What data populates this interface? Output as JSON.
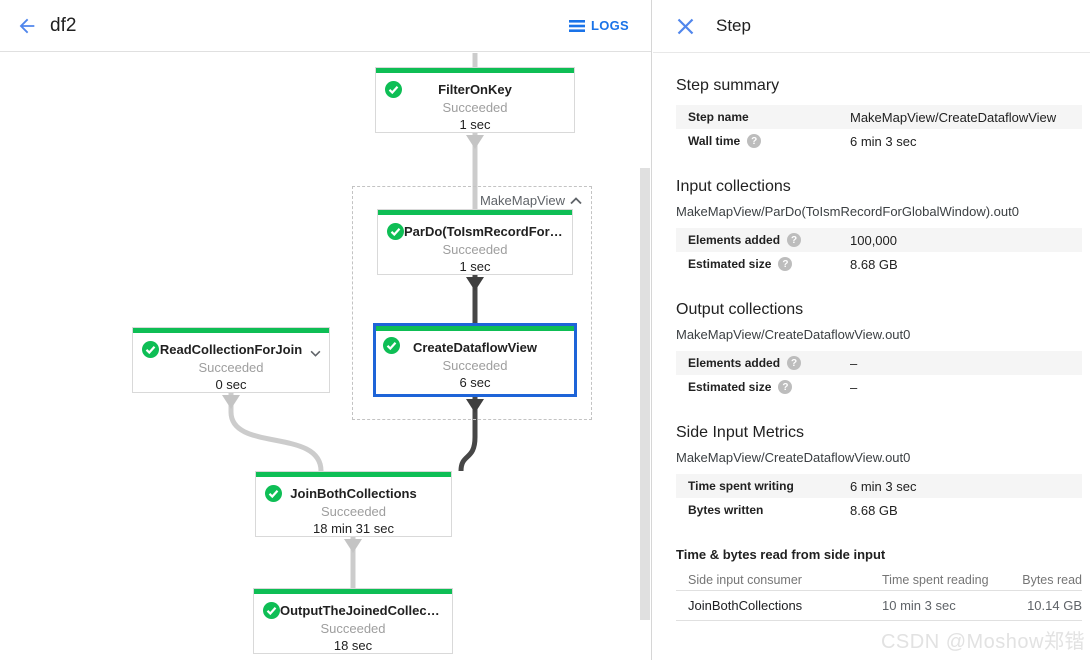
{
  "header": {
    "title": "df2",
    "logs_label": "LOGS"
  },
  "panel": {
    "title": "Step"
  },
  "icons": {
    "help_glyph": "?"
  },
  "graph": {
    "group_label": "MakeMapView",
    "nodes": [
      {
        "title": "FilterOnKey",
        "status": "Succeeded",
        "time": "1 sec"
      },
      {
        "title": "ParDo(ToIsmRecordFor…",
        "status": "Succeeded",
        "time": "1 sec"
      },
      {
        "title": "CreateDataflowView",
        "status": "Succeeded",
        "time": "6 sec"
      },
      {
        "title": "ReadCollectionForJoin",
        "status": "Succeeded",
        "time": "0 sec"
      },
      {
        "title": "JoinBothCollections",
        "status": "Succeeded",
        "time": "18 min 31 sec"
      },
      {
        "title": "OutputTheJoinedCollec…",
        "status": "Succeeded",
        "time": "18 sec"
      }
    ]
  },
  "sections": {
    "step_summary": {
      "heading": "Step summary",
      "rows": [
        {
          "label": "Step name",
          "value": "MakeMapView/CreateDataflowView"
        },
        {
          "label": "Wall time",
          "value": "6 min 3 sec"
        }
      ]
    },
    "input_collections": {
      "heading": "Input collections",
      "collection": "MakeMapView/ParDo(ToIsmRecordForGlobalWindow).out0",
      "rows": [
        {
          "label": "Elements added",
          "value": "100,000"
        },
        {
          "label": "Estimated size",
          "value": "8.68 GB"
        }
      ]
    },
    "output_collections": {
      "heading": "Output collections",
      "collection": "MakeMapView/CreateDataflowView.out0",
      "rows": [
        {
          "label": "Elements added",
          "value": "–"
        },
        {
          "label": "Estimated size",
          "value": "–"
        }
      ]
    },
    "side_input_metrics": {
      "heading": "Side Input Metrics",
      "collection": "MakeMapView/CreateDataflowView.out0",
      "rows": [
        {
          "label": "Time spent writing",
          "value": "6 min 3 sec"
        },
        {
          "label": "Bytes written",
          "value": "8.68 GB"
        }
      ]
    },
    "side_input_table": {
      "heading": "Time & bytes read from side input",
      "columns": [
        "Side input consumer",
        "Time spent reading",
        "Bytes read"
      ],
      "rows": [
        [
          "JoinBothCollections",
          "10 min 3 sec",
          "10.14 GB"
        ]
      ]
    }
  },
  "watermark": "CSDN @Moshow郑锴",
  "colors": {
    "green": "#0ebe55",
    "selection_blue": "#1e64d8",
    "link_blue": "#1a73e8"
  }
}
